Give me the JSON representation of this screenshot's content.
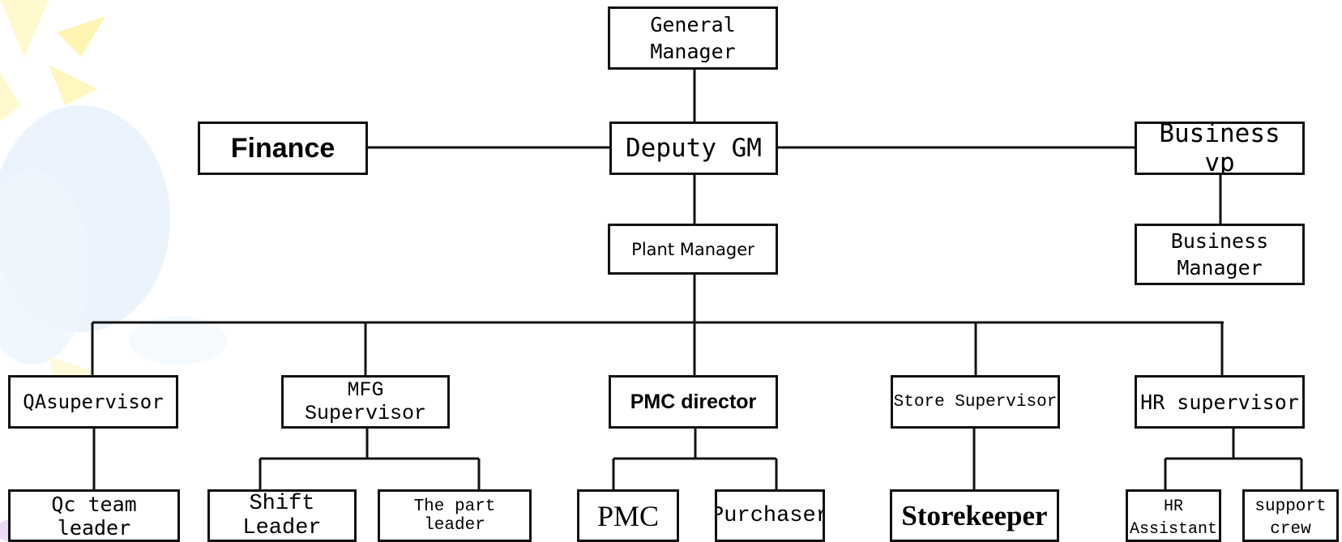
{
  "nodes": {
    "general_manager": "General\nManager",
    "deputy_gm": "Deputy GM",
    "finance": "Finance",
    "business_vp": "Business vp",
    "plant_manager": "Plant Manager",
    "business_manager": "Business\nManager",
    "qa_supervisor": "QAsupervisor",
    "mfg_supervisor": "MFG Supervisor",
    "pmc_director": "PMC director",
    "store_supervisor": "Store Supervisor",
    "hr_supervisor": "HR supervisor",
    "qc_team_leader": "Qc team leader",
    "shift_leader": "Shift Leader",
    "part_leader": "The part leader",
    "pmc": "PMC",
    "purchaser": "Purchaser",
    "storekeeper": "Storekeeper",
    "hr_assistant": "HR\nAssistant",
    "support_crew": "support\ncrew"
  },
  "colors": {
    "line": "#111111",
    "border": "#111111",
    "bg_decor_yellow": "#fff4a8",
    "bg_decor_blue": "#dcecfb"
  }
}
